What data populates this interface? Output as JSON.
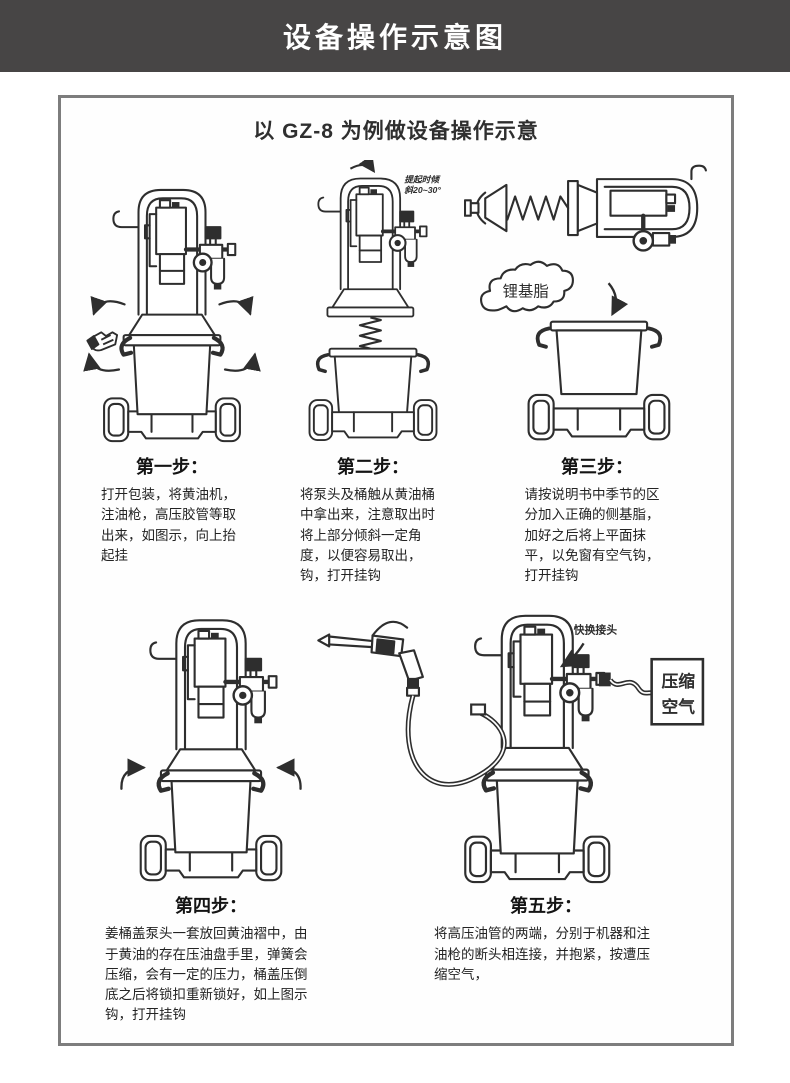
{
  "header": {
    "title": "设备操作示意图",
    "bg_color": "#474545"
  },
  "subtitle": "以 GZ-8 为例做设备操作示意",
  "steps": [
    {
      "label": "第一步：",
      "body": "打开包装，将黄油机，注油枪，高压胶管等取出来，如图示，向上抬起挂"
    },
    {
      "label": "第二步：",
      "body": "将泵头及桶触从黄油桶中拿出来，注意取出时将上部分倾斜一定角度，以便容易取出，钩，打开挂钩",
      "annotation_line1": "提起时倾",
      "annotation_line2": "斜20~30°"
    },
    {
      "label": "第三步：",
      "body": "请按说明书中季节的区分加入正确的侧基脂，加好之后将上平面抹平，以免窗有空气钩，打开挂钩",
      "cloud_label": "锂基脂"
    },
    {
      "label": "第四步：",
      "body": "姜桶盖泵头一套放回黄油褶中，由于黄油的存在压油盘手里，弹簧会压缩，会有一定的压力，桶盖压倒底之后将锁扣重新锁好，如上图示钩，打开挂钩"
    },
    {
      "label": "第五步：",
      "body": "将高压油管的两端，分别于机器和注油枪的断头相连接，并抱紧，按遭压缩空气，",
      "coupling_label": "快换接头",
      "air_box_line1": "压缩",
      "air_box_line2": "空气"
    }
  ],
  "colors": {
    "line_art": "#2e2e2e",
    "frame_border": "#7d7d7d"
  }
}
